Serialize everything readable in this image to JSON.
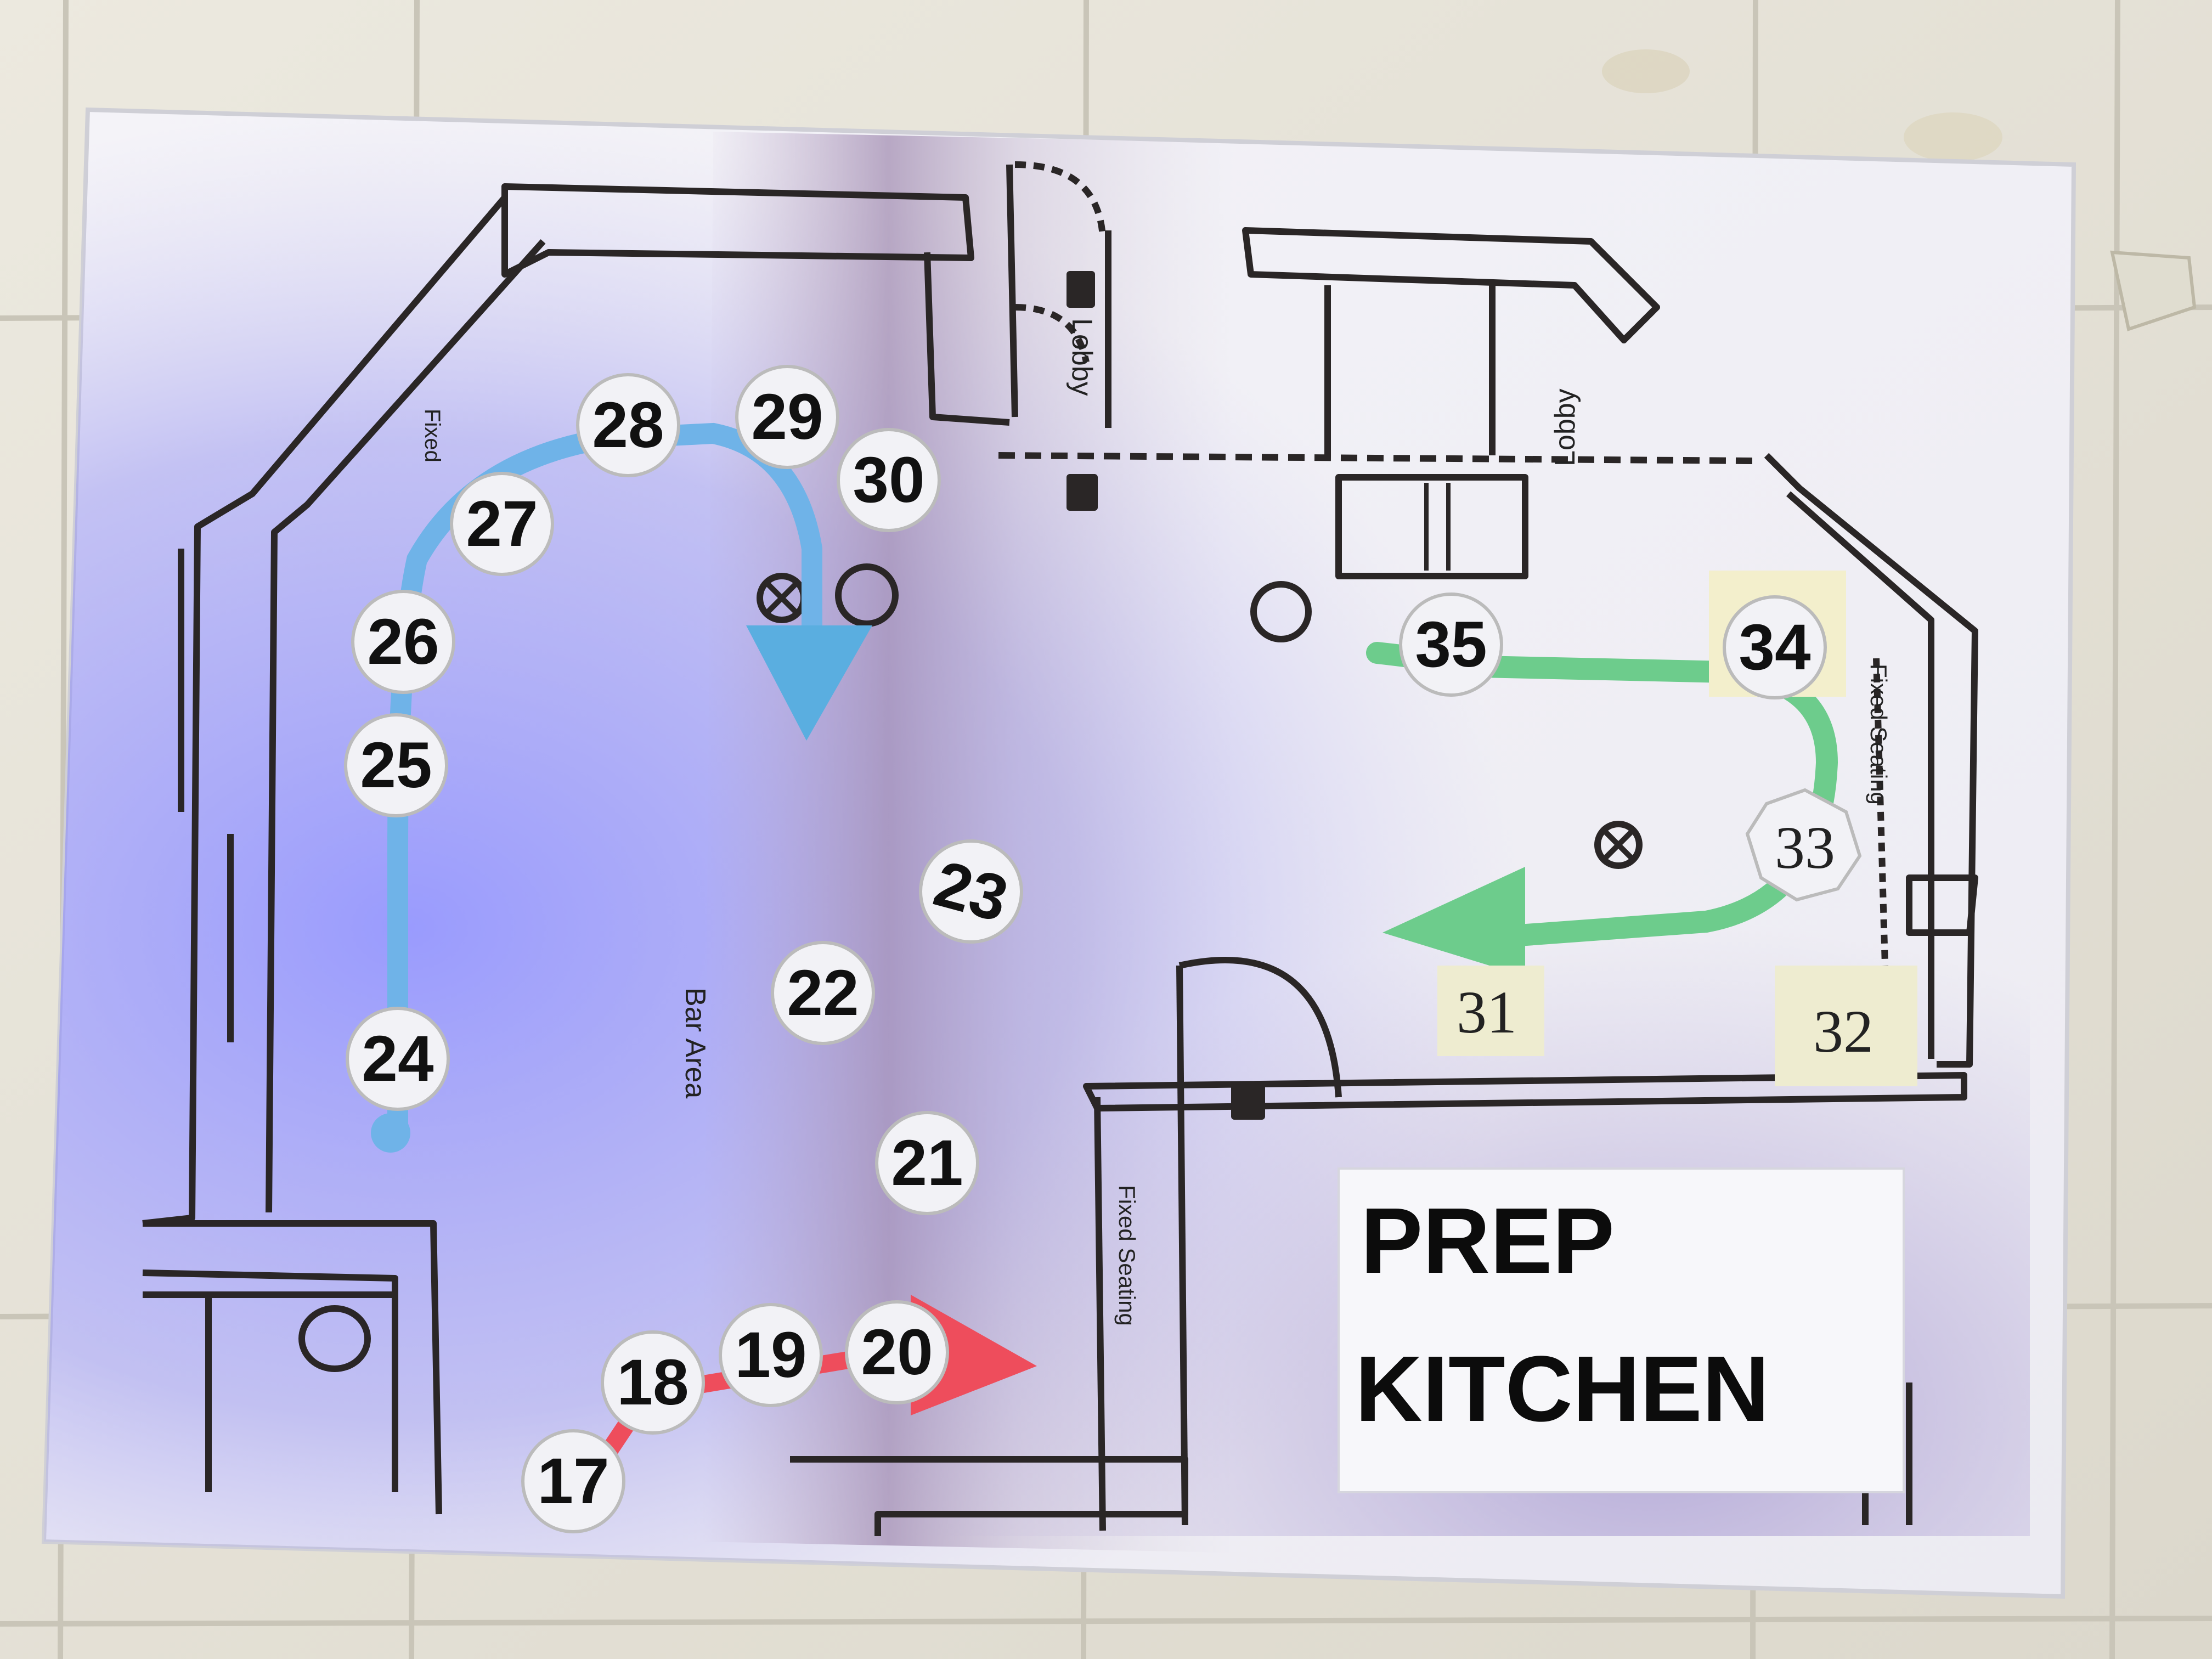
{
  "plan_labels": {
    "bar_area": "Bar Area",
    "lobby_left": "Lobby",
    "lobby_right": "Lobby",
    "fixed_seating_right": "Fixed Seating",
    "fixed_seating_bottom": "Fixed Seating",
    "fixed_left": "Fixed"
  },
  "sign": {
    "line1": "PREP",
    "line2": "KITCHEN"
  },
  "route_colors": {
    "blue": "#6fb3e8",
    "red": "#ee4d5c",
    "green": "#6dcc8c"
  },
  "markers_printed": [
    {
      "label": "17"
    },
    {
      "label": "18"
    },
    {
      "label": "19"
    },
    {
      "label": "20"
    },
    {
      "label": "21"
    },
    {
      "label": "22"
    },
    {
      "label": "23"
    },
    {
      "label": "24"
    },
    {
      "label": "25"
    },
    {
      "label": "26"
    },
    {
      "label": "27"
    },
    {
      "label": "28"
    },
    {
      "label": "29"
    },
    {
      "label": "30"
    },
    {
      "label": "34"
    },
    {
      "label": "35"
    }
  ],
  "markers_handwritten": [
    {
      "label": "31"
    },
    {
      "label": "32"
    },
    {
      "label": "33"
    }
  ]
}
